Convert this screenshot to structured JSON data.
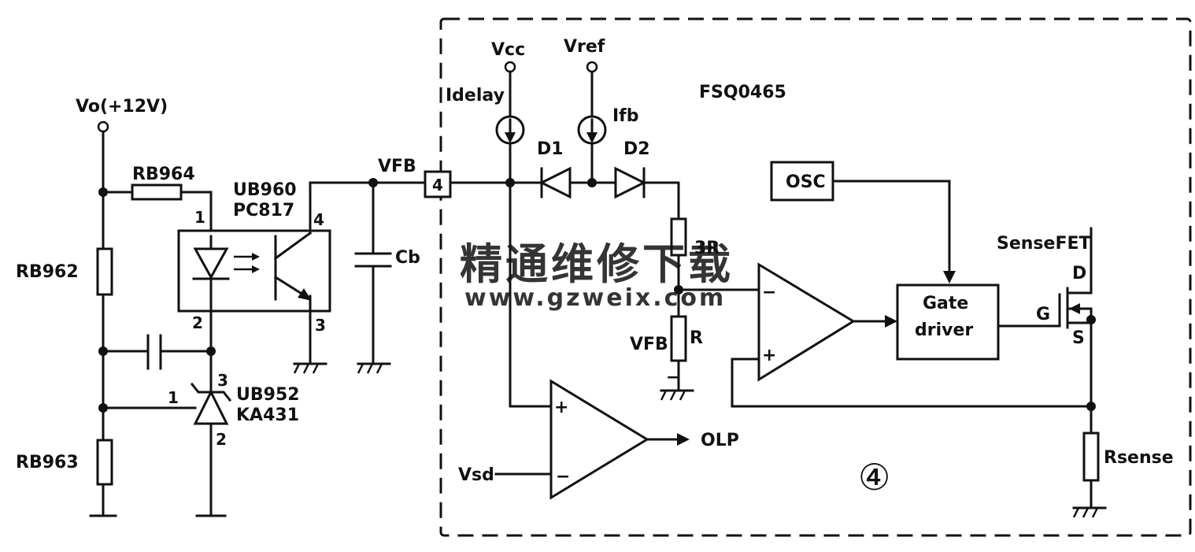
{
  "labels": {
    "vo": "Vo(+12V)",
    "rb964": "RB964",
    "rb962": "RB962",
    "rb963": "RB963",
    "ub960": "UB960",
    "pc817": "PC817",
    "ub952": "UB952",
    "ka431": "KA431",
    "vfb_top": "VFB",
    "cb": "Cb",
    "pin4_box": "4",
    "vcc": "Vcc",
    "vref": "Vref",
    "idelay": "Idelay",
    "ifb": "Ifb",
    "d1": "D1",
    "d2": "D2",
    "fsq": "FSQ0465",
    "osc": "OSC",
    "r3": "3R",
    "vfb_r": "VFB",
    "r": "R",
    "minus_mark": "−",
    "comp_minus": "−",
    "comp_plus": "+",
    "gate_line1": "Gate",
    "gate_line2": "driver",
    "sensefet": "SenseFET",
    "d_pin": "D",
    "g_pin": "G",
    "s_pin": "S",
    "olp_plus": "+",
    "olp_minus": "−",
    "olp": "OLP",
    "vsd": "Vsd",
    "rsense": "Rsense",
    "figure_number": "④"
  },
  "pins": {
    "opto_1": "1",
    "opto_2": "2",
    "opto_3": "3",
    "opto_4": "4",
    "shunt_1": "1",
    "shunt_2": "2",
    "shunt_3": "3"
  },
  "watermark": {
    "cn": "精通维修下载",
    "url": "www.gzweix.com",
    "color": "#f2a25a"
  }
}
